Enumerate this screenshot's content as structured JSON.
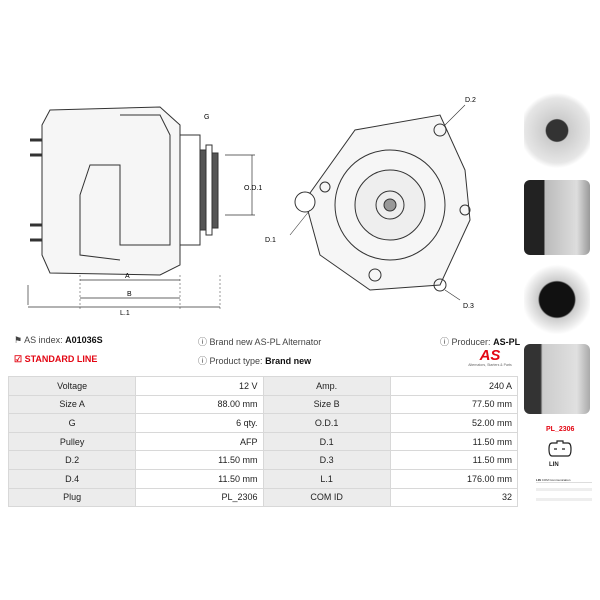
{
  "drawing_labels": {
    "g": "G",
    "od1": "O.D.1",
    "a": "A",
    "b": "B",
    "l1": "L.1",
    "d1": "D.1",
    "d2": "D.2",
    "d3": "D.3"
  },
  "info": {
    "as_index_label": "AS index:",
    "as_index": "A01036S",
    "line": "STANDARD LINE",
    "description": "Brand new AS-PL Alternator",
    "product_type_label": "Product type:",
    "product_type": "Brand new",
    "producer_label": "Producer:",
    "producer": "AS-PL",
    "logo_text": "AS",
    "logo_tagline": "Alternators, Starters & Parts"
  },
  "specs": [
    [
      "Voltage",
      "12 V",
      "Amp.",
      "240 A"
    ],
    [
      "Size A",
      "88.00 mm",
      "Size B",
      "77.50 mm"
    ],
    [
      "G",
      "6 qty.",
      "O.D.1",
      "52.00 mm"
    ],
    [
      "Pulley",
      "AFP",
      "D.1",
      "11.50 mm"
    ],
    [
      "D.2",
      "11.50 mm",
      "D.3",
      "11.50 mm"
    ],
    [
      "D.4",
      "11.50 mm",
      "L.1",
      "176.00 mm"
    ],
    [
      "Plug",
      "PL_2306",
      "COM ID",
      "32"
    ]
  ],
  "plug": {
    "code": "PL_2306",
    "type": "LIN",
    "legend_key": "LIN",
    "legend_value": "COM Communication"
  },
  "colors": {
    "accent": "#e30613"
  }
}
